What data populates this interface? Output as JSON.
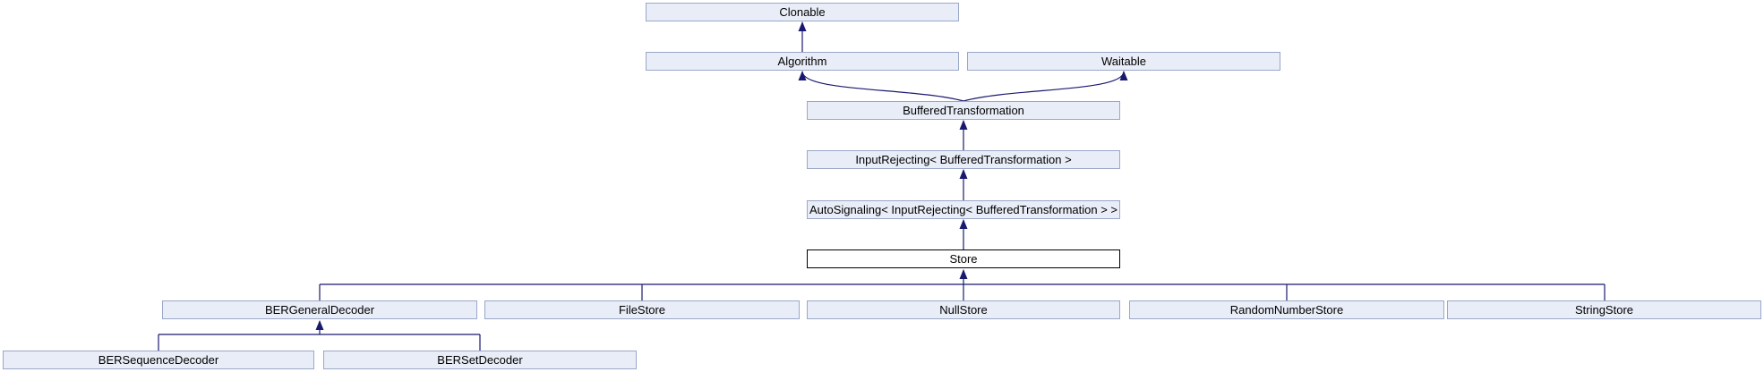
{
  "diagram": {
    "type": "class-inheritance-graph",
    "nodes": [
      {
        "id": "clonable",
        "label": "Clonable"
      },
      {
        "id": "algorithm",
        "label": "Algorithm"
      },
      {
        "id": "waitable",
        "label": "Waitable"
      },
      {
        "id": "buffered-transformation",
        "label": "BufferedTransformation"
      },
      {
        "id": "input-rejecting",
        "label": "InputRejecting< BufferedTransformation >"
      },
      {
        "id": "auto-signaling",
        "label": "AutoSignaling< InputRejecting< BufferedTransformation > >"
      },
      {
        "id": "store",
        "label": "Store",
        "current": true
      },
      {
        "id": "ber-general-decoder",
        "label": "BERGeneralDecoder"
      },
      {
        "id": "file-store",
        "label": "FileStore"
      },
      {
        "id": "null-store",
        "label": "NullStore"
      },
      {
        "id": "random-number-store",
        "label": "RandomNumberStore"
      },
      {
        "id": "string-store",
        "label": "StringStore"
      },
      {
        "id": "ber-sequence-decoder",
        "label": "BERSequenceDecoder"
      },
      {
        "id": "ber-set-decoder",
        "label": "BERSetDecoder"
      }
    ],
    "edges": [
      {
        "from": "algorithm",
        "to": "clonable"
      },
      {
        "from": "buffered-transformation",
        "to": "algorithm"
      },
      {
        "from": "buffered-transformation",
        "to": "waitable"
      },
      {
        "from": "input-rejecting",
        "to": "buffered-transformation"
      },
      {
        "from": "auto-signaling",
        "to": "input-rejecting"
      },
      {
        "from": "store",
        "to": "auto-signaling"
      },
      {
        "from": "ber-general-decoder",
        "to": "store"
      },
      {
        "from": "file-store",
        "to": "store"
      },
      {
        "from": "null-store",
        "to": "store"
      },
      {
        "from": "random-number-store",
        "to": "store"
      },
      {
        "from": "string-store",
        "to": "store"
      },
      {
        "from": "ber-sequence-decoder",
        "to": "ber-general-decoder"
      },
      {
        "from": "ber-set-decoder",
        "to": "ber-general-decoder"
      }
    ],
    "colors": {
      "edge": "#191970",
      "node_fill": "#e8edf7",
      "node_border": "#9aa7c7",
      "current_node_fill": "#ffffff",
      "current_node_border": "#000000",
      "text": "#000000",
      "background": "#ffffff"
    }
  }
}
